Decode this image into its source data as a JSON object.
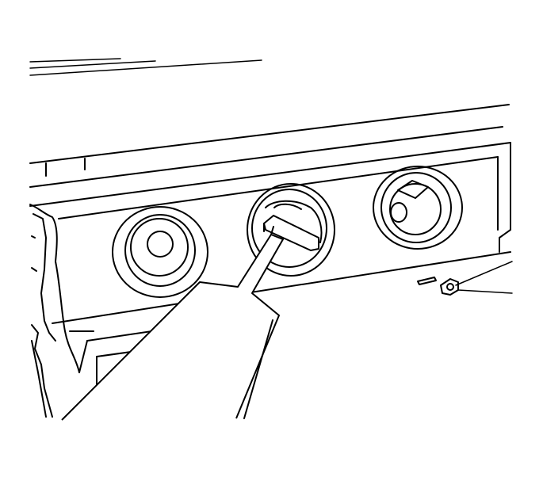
{
  "figure": {
    "kind": "line-art technical illustration",
    "line_color": "#000000",
    "background_color": "#ffffff",
    "depicts": [
      "instrument-panel-trim",
      "three-round-control-knobs",
      "pry-tool",
      "small-retaining-clip"
    ],
    "labels": []
  }
}
